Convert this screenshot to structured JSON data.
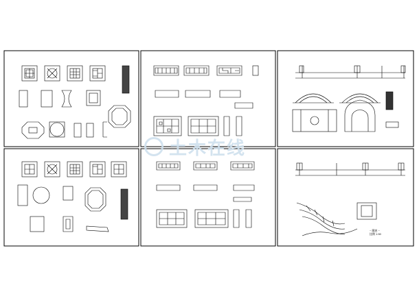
{
  "drawing_set": {
    "sheet_count": 6,
    "line_color": "#000000",
    "background": "#ffffff",
    "sheets": [
      {
        "id": "s1",
        "content": "lattice-window-details"
      },
      {
        "id": "s2",
        "content": "railing-elevations"
      },
      {
        "id": "s3",
        "content": "bridge-and-wall-elevations"
      },
      {
        "id": "s4",
        "content": "lattice-window-details"
      },
      {
        "id": "s5",
        "content": "railing-elevations"
      },
      {
        "id": "s6",
        "content": "wall-elevation-and-path-plan"
      }
    ]
  },
  "title_block": {
    "line1": "~ 图名 ~",
    "line2": "比例 1:50"
  },
  "watermark": {
    "text": "土木在线"
  }
}
